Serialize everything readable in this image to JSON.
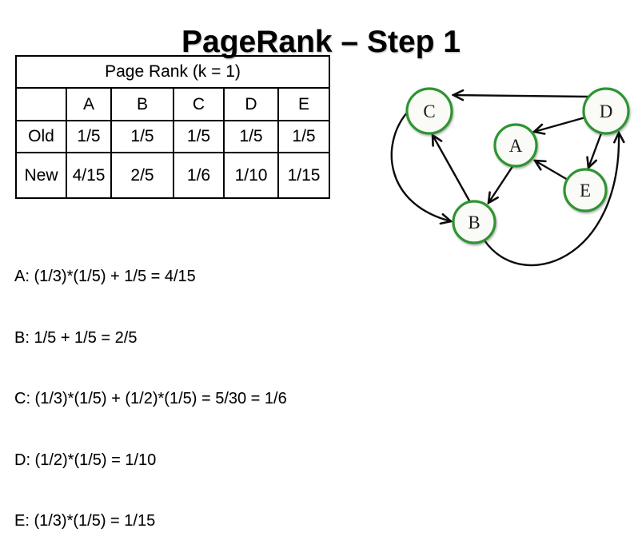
{
  "title": "PageRank – Step 1",
  "table": {
    "title": "Page Rank (k = 1)",
    "columns": [
      "A",
      "B",
      "C",
      "D",
      "E"
    ],
    "rows": [
      {
        "label": "Old",
        "values": [
          "1/5",
          "1/5",
          "1/5",
          "1/5",
          "1/5"
        ]
      },
      {
        "label": "New",
        "values": [
          "4/15",
          "2/5",
          "1/6",
          "1/10",
          "1/15"
        ]
      }
    ]
  },
  "formulas": [
    "A: (1/3)*(1/5) + 1/5 = 4/15",
    "B: 1/5 + 1/5 = 2/5",
    "C: (1/3)*(1/5) + (1/2)*(1/5) = 5/30 = 1/6",
    "D: (1/2)*(1/5) = 1/10",
    "E: (1/3)*(1/5) = 1/15"
  ],
  "graph": {
    "nodes": [
      {
        "id": "A",
        "label": "A"
      },
      {
        "id": "B",
        "label": "B"
      },
      {
        "id": "C",
        "label": "C"
      },
      {
        "id": "D",
        "label": "D"
      },
      {
        "id": "E",
        "label": "E"
      }
    ],
    "edges": [
      {
        "from": "D",
        "to": "C"
      },
      {
        "from": "D",
        "to": "A"
      },
      {
        "from": "D",
        "to": "E"
      },
      {
        "from": "E",
        "to": "A"
      },
      {
        "from": "A",
        "to": "B"
      },
      {
        "from": "B",
        "to": "C"
      },
      {
        "from": "C",
        "to": "B"
      },
      {
        "from": "B",
        "to": "D"
      }
    ],
    "colors": {
      "node_border": "#2e9430",
      "node_fill": "#fafbf7",
      "edge": "#0b0b0b",
      "label": "#1b1b1b"
    }
  }
}
